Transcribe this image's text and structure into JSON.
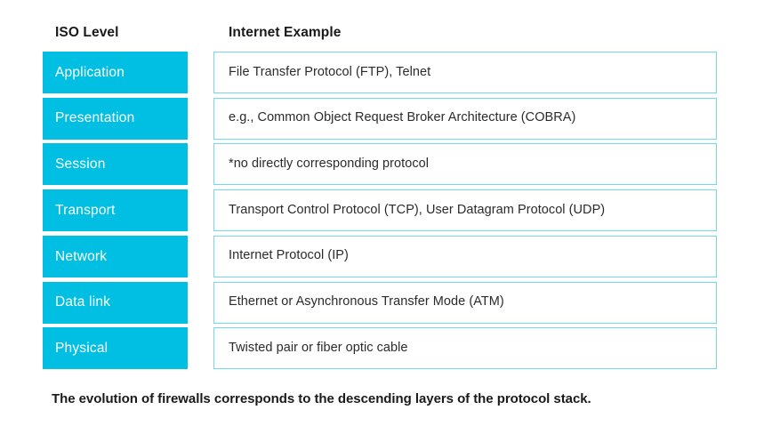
{
  "headers": {
    "left": "ISO Level",
    "right": "Internet Example"
  },
  "colors": {
    "level_fill": "#00BFE3",
    "level_text": "#FFFFFF",
    "cell_border": "#74D7F0",
    "body_text": "#2B2B2B",
    "background": "#FFFFFF"
  },
  "rows": [
    {
      "level": "Application",
      "example": "File Transfer Protocol (FTP), Telnet"
    },
    {
      "level": "Presentation",
      "example": "e.g., Common Object Request Broker Architecture (COBRA)"
    },
    {
      "level": "Session",
      "example": "*no directly corresponding protocol"
    },
    {
      "level": "Transport",
      "example": "Transport Control Protocol (TCP), User Datagram Protocol (UDP)"
    },
    {
      "level": "Network",
      "example": "Internet Protocol (IP)"
    },
    {
      "level": "Data link",
      "example": "Ethernet or Asynchronous Transfer Mode (ATM)"
    },
    {
      "level": "Physical",
      "example": "Twisted pair or fiber optic cable"
    }
  ],
  "caption": "The evolution of firewalls corresponds to the descending layers of the protocol stack."
}
